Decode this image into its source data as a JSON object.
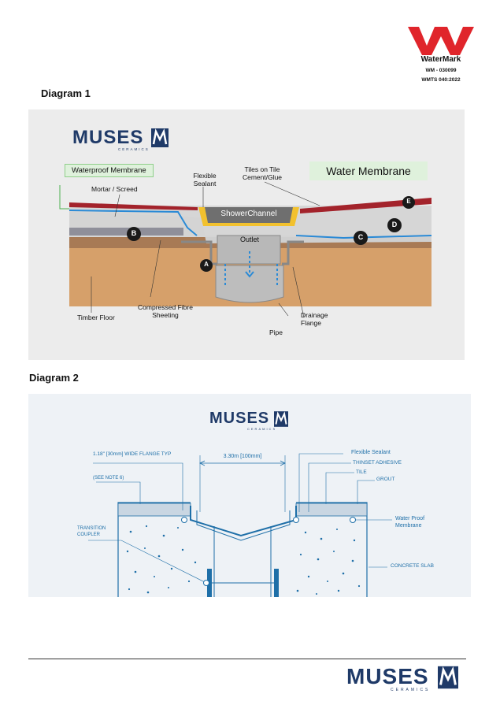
{
  "watermark": {
    "brand": "WaterMark",
    "licence": "WM - 030099",
    "standard": "WMTS 040:2022",
    "logo_color": "#e0252b"
  },
  "diagram1": {
    "heading": "Diagram 1",
    "brand": "MUSES",
    "brand_sub": "CERAMICS",
    "labels": {
      "waterproof_membrane": "Waterproof Membrane",
      "mortar_screed": "Mortar / Screed",
      "flexible_sealant": "Flexible Sealant",
      "tiles_on_tile": "Tiles on Tile Cement/Glue",
      "water_membrane": "Water Membrane",
      "shower_channel": "ShowerChannel",
      "outlet": "Outlet",
      "timber_floor": "Timber Floor",
      "compressed_fibre": "Compressed Fibre Sheeting",
      "drainage_flange": "Drainage Flange",
      "pipe": "Pipe"
    },
    "markers": [
      "A",
      "B",
      "C",
      "D",
      "E"
    ]
  },
  "diagram2": {
    "heading": "Diagram 2",
    "brand": "MUSES",
    "brand_sub": "CERAMICS",
    "labels": {
      "wide_flange": "1.18\" [30mm] WIDE FLANGE TYP",
      "dimension": "3.30m [100mm]",
      "see_note": "(SEE NOTE 6)",
      "flexible_sealant": "Flexible Sealant",
      "thinset": "THINSET ADHESIVE",
      "tile": "TILE",
      "grout": "GROUT",
      "transition_coupler": "TRANSITION COUPLER",
      "water_proof_membrane": "Water Proof Membrane",
      "concrete_slab": "CONCRETE SLAB"
    }
  },
  "footer": {
    "brand": "MUSES",
    "brand_sub": "CERAMICS",
    "brand_color": "#1f3a68"
  }
}
